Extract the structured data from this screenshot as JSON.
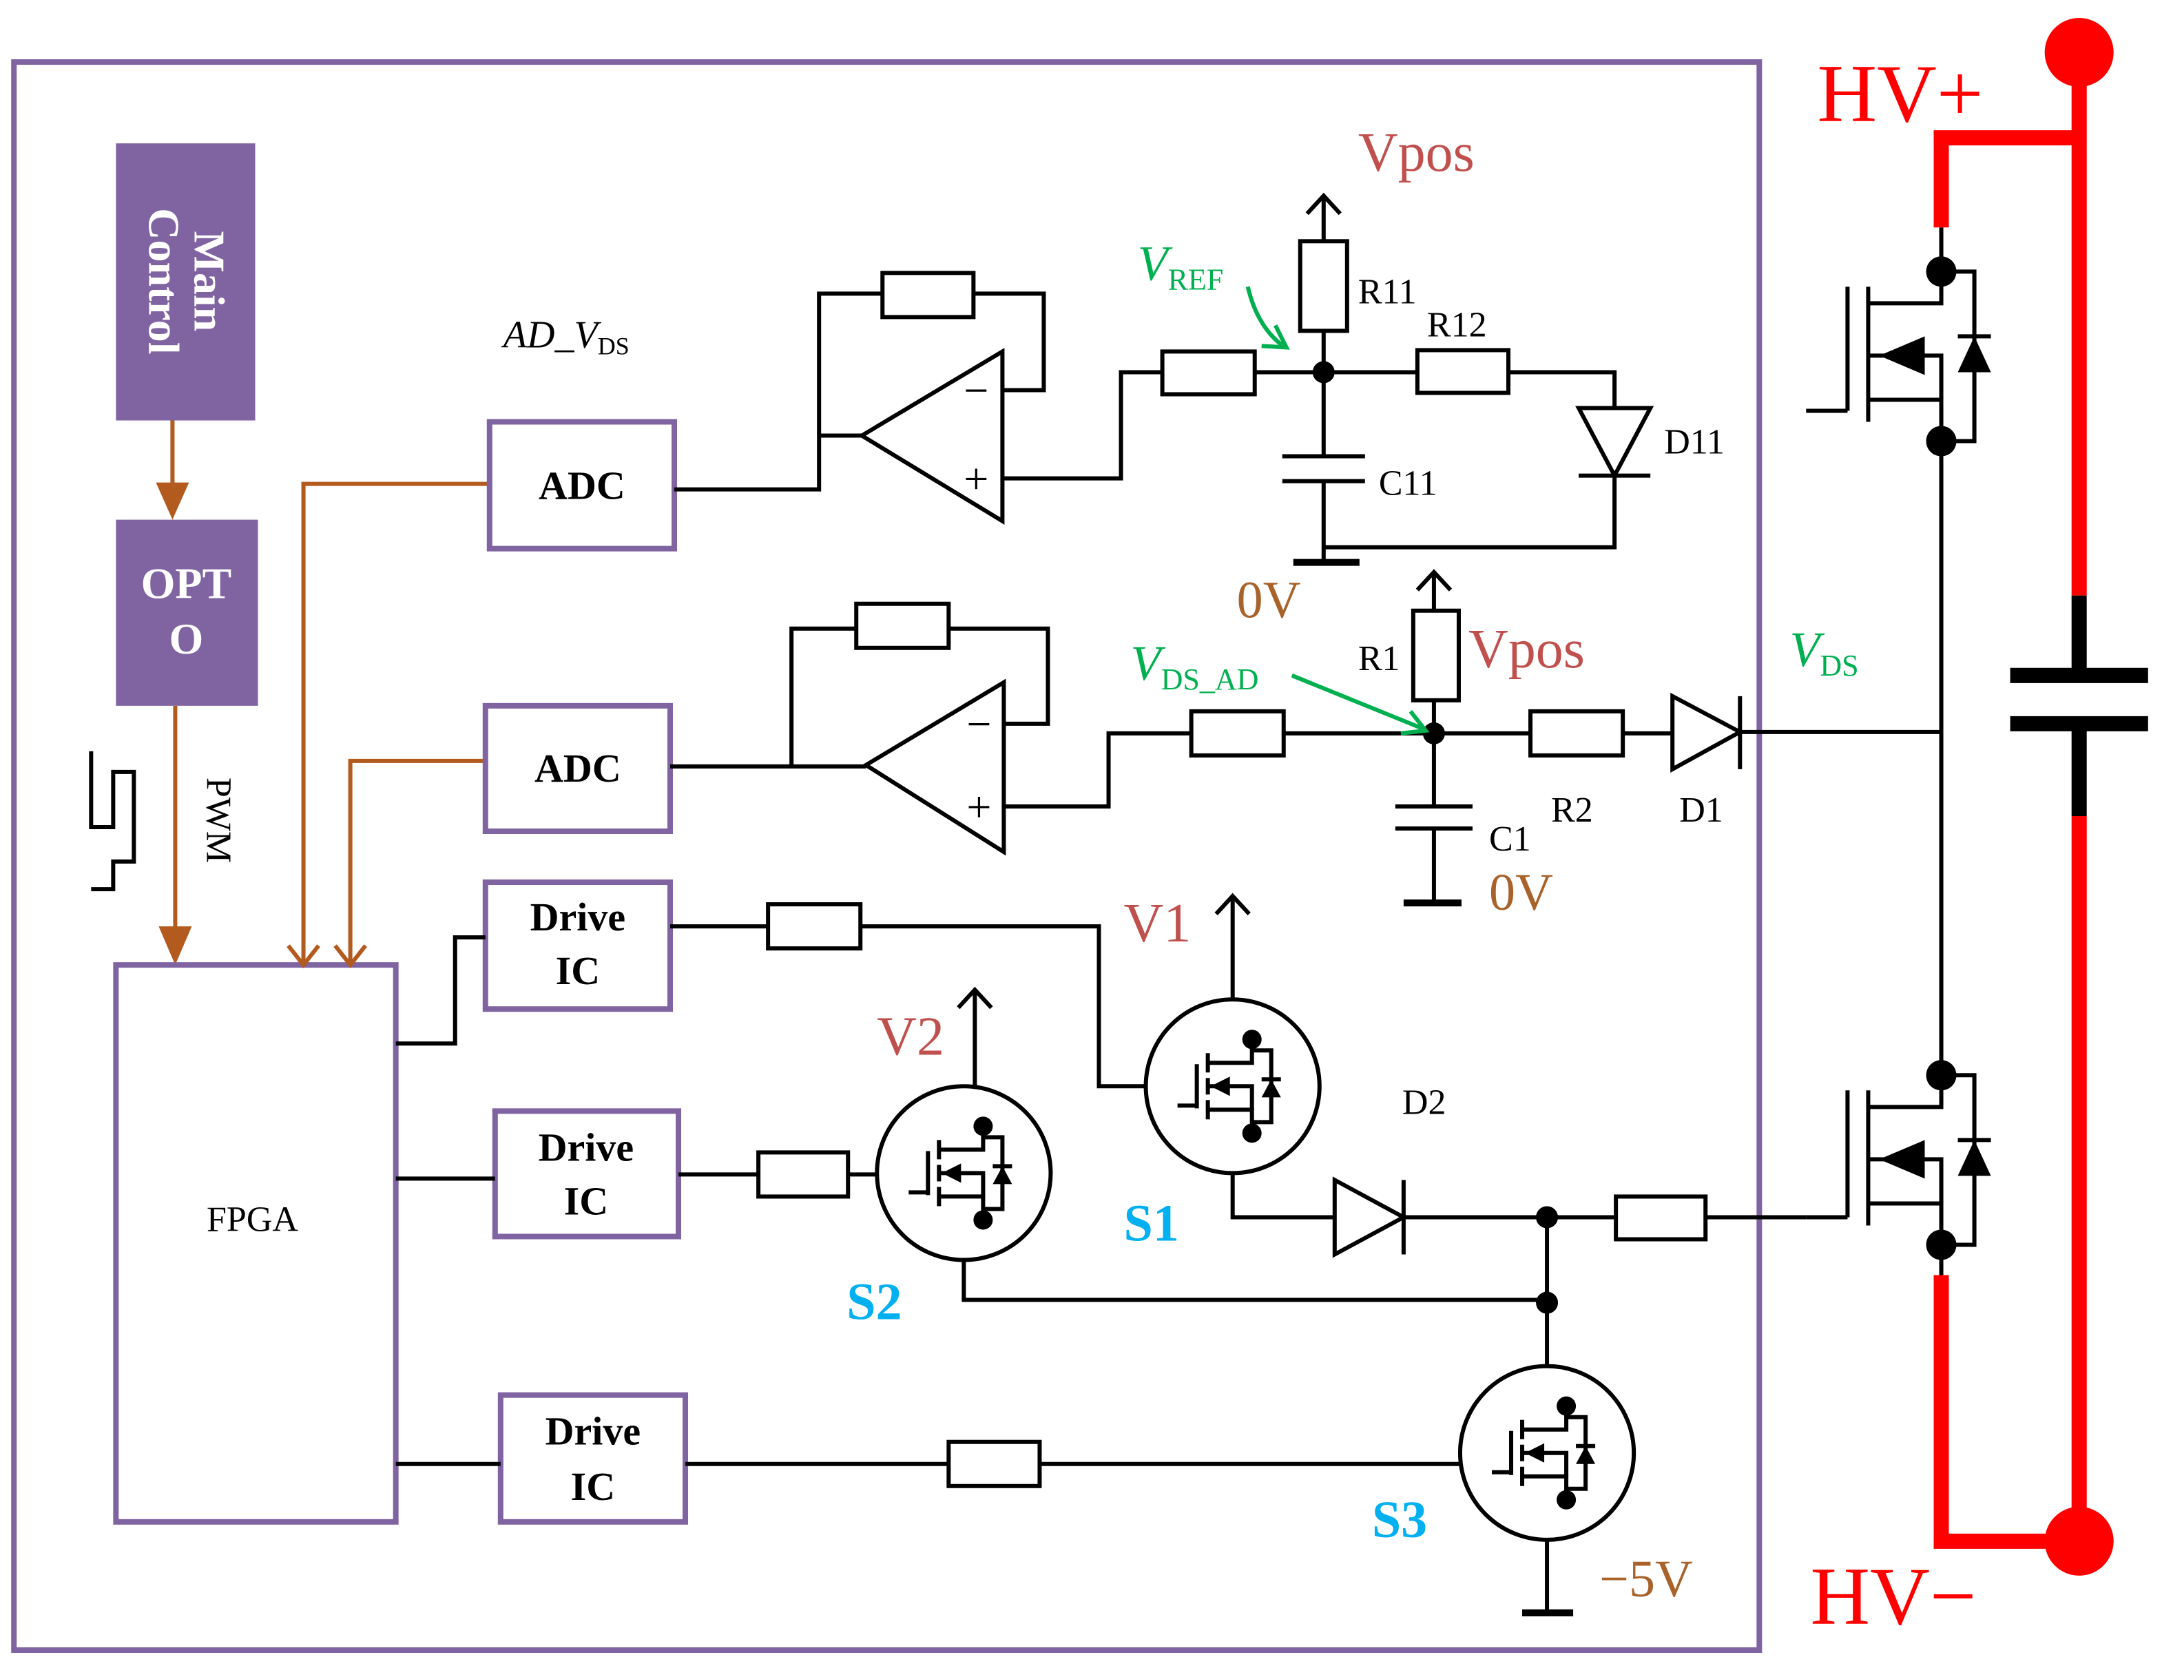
{
  "blocks": {
    "main_control": {
      "line1": "Main",
      "line2": "Control"
    },
    "opto": {
      "line1": "OPT",
      "line2": "O"
    },
    "pwm_label": "PWM",
    "fpga": "FPGA",
    "adc_top": "ADC",
    "adc_bottom": "ADC",
    "drive_ic_1": {
      "line1": "Drive",
      "line2": "IC"
    },
    "drive_ic_2": {
      "line1": "Drive",
      "line2": "IC"
    },
    "drive_ic_3": {
      "line1": "Drive",
      "line2": "IC"
    }
  },
  "signals": {
    "ad_vds": {
      "main": "AD_V",
      "sub": "DS"
    },
    "v_ref": {
      "main": "V",
      "sub": "REF"
    },
    "v_ds_ad": {
      "main": "V",
      "sub": "DS_AD"
    },
    "v_ds": {
      "main": "V",
      "sub": "DS"
    }
  },
  "opamps": {
    "top": {
      "inverting": "−",
      "non_inverting": "+"
    },
    "bottom": {
      "inverting": "−",
      "non_inverting": "+"
    }
  },
  "components": {
    "r11": "R11",
    "r12": "R12",
    "c11": "C11",
    "d11": "D11",
    "r1": "R1",
    "r2": "R2",
    "c1": "C1",
    "d1": "D1",
    "d2": "D2"
  },
  "supplies": {
    "vpos_top": "Vpos",
    "vpos_bottom": "Vpos",
    "zero_v_top": "0V",
    "zero_v_bottom": "0V",
    "v1": "V1",
    "v2": "V2",
    "neg_5v": "−5V"
  },
  "switches": {
    "s1": "S1",
    "s2": "S2",
    "s3": "S3"
  },
  "dc_bus": {
    "hv_plus": "HV+",
    "hv_minus": "HV−"
  },
  "colors": {
    "purple": "#8064A2",
    "arrow_brown": "#B35A1F",
    "supply_red": "#C0504D",
    "ground_brown": "#A8622A",
    "signal_green": "#00B050",
    "switch_blue": "#00B0F0",
    "bus_red": "#FF0000"
  }
}
